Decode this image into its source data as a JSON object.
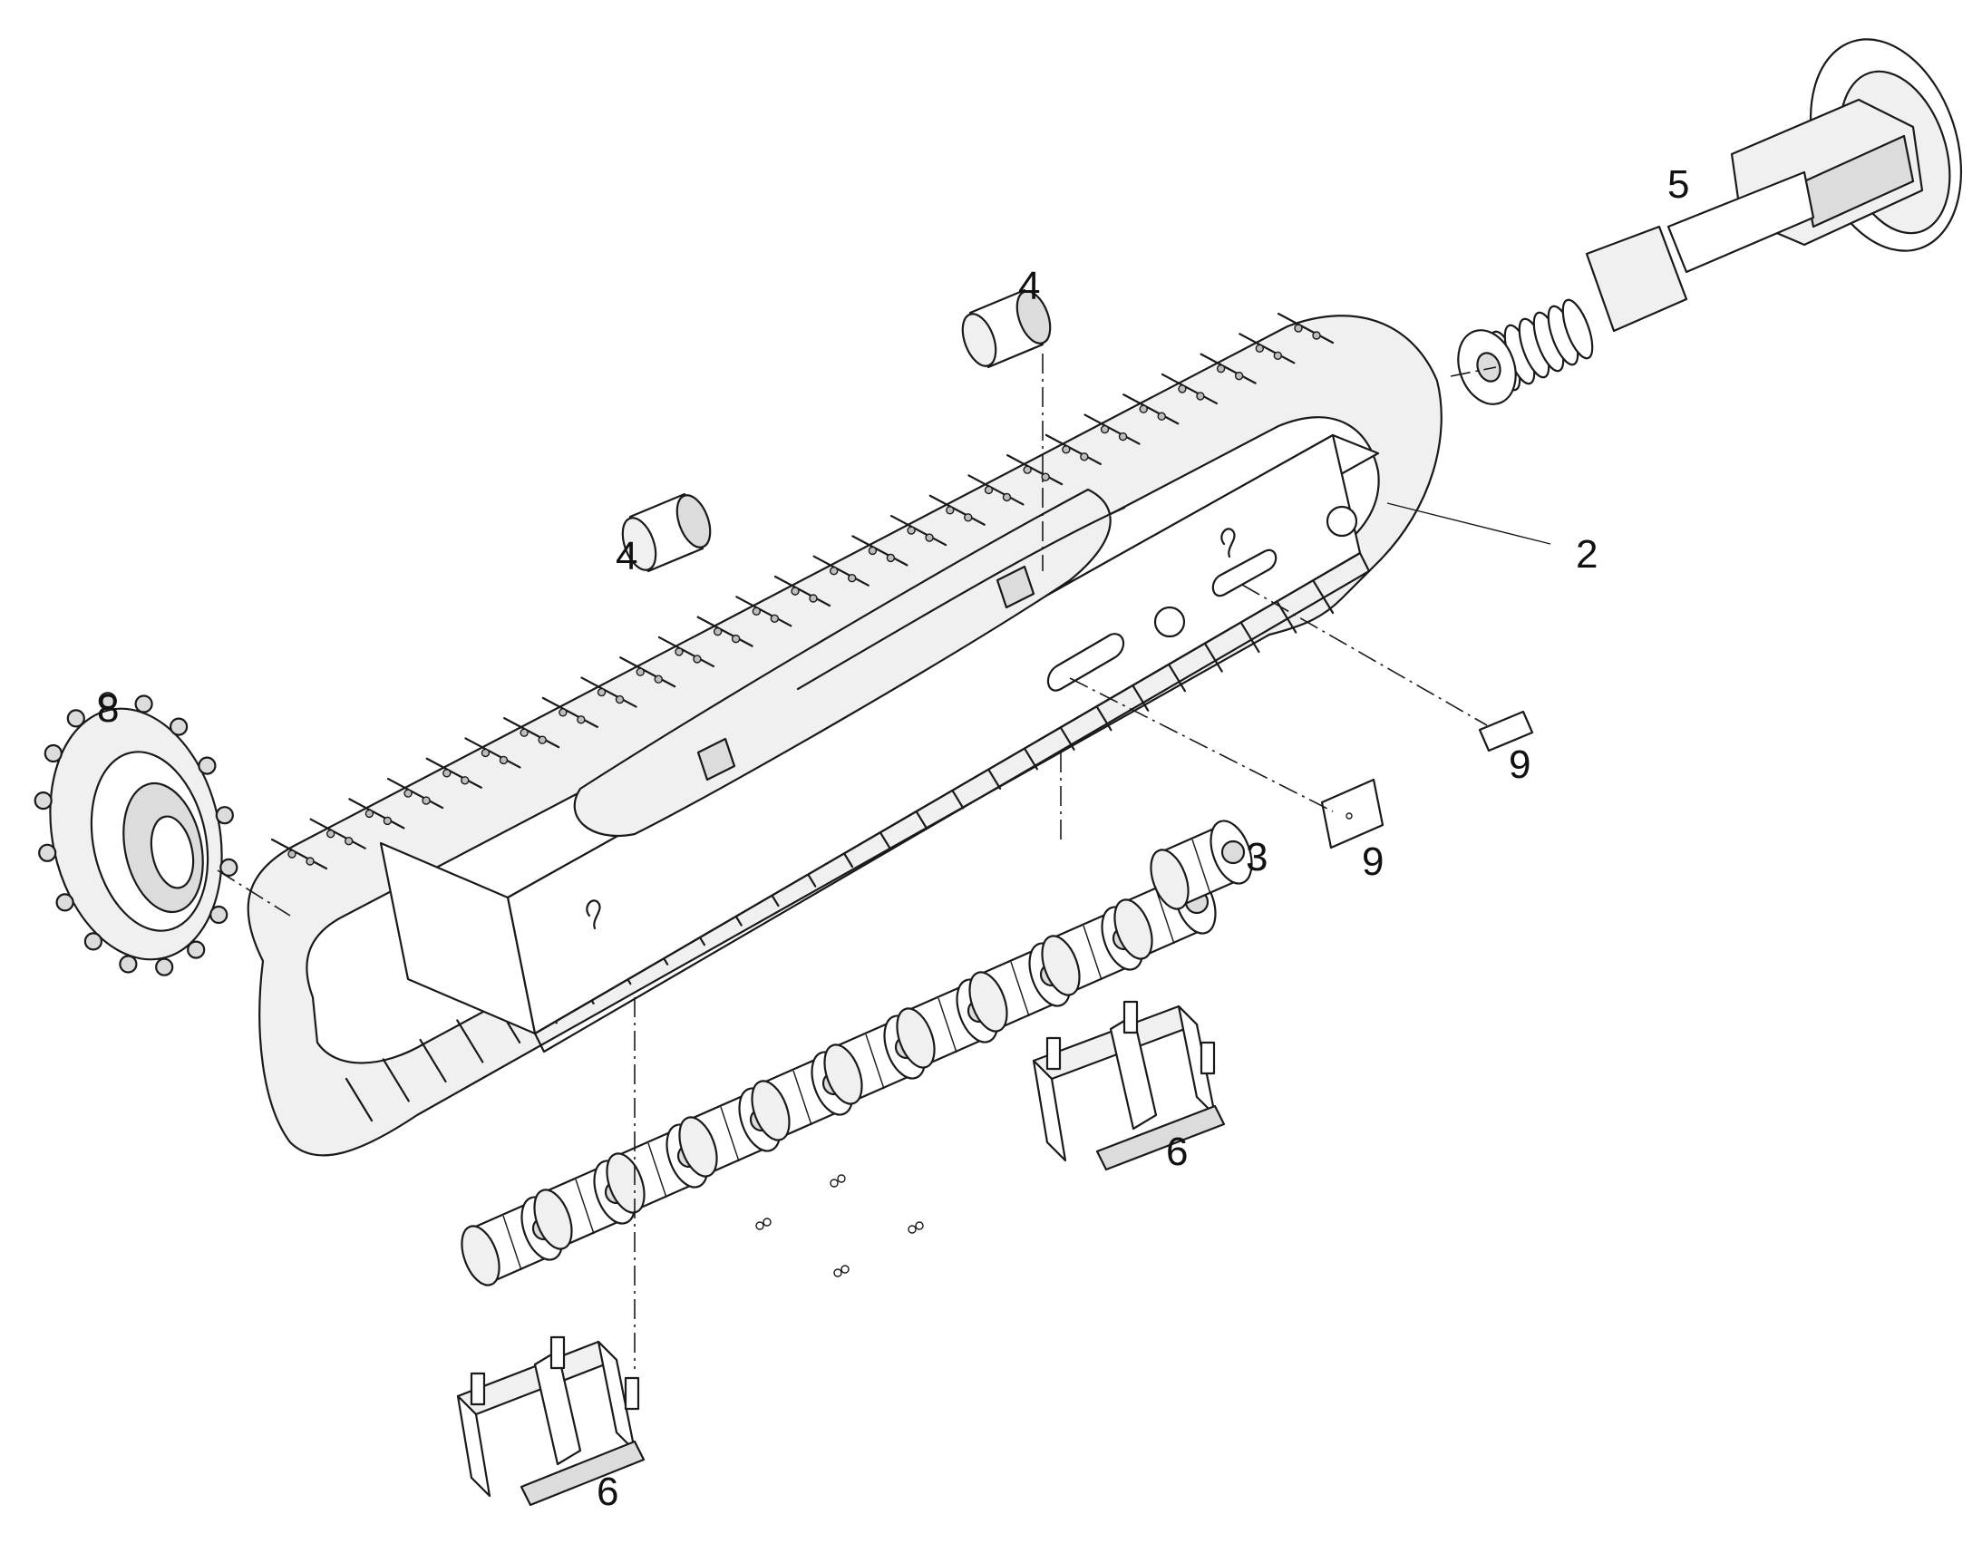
{
  "callouts": {
    "frame": "2",
    "bottom_rollers": "3",
    "top_roller_front": "4",
    "top_roller_rear": "4",
    "idler_assembly": "5",
    "guard_front": "6",
    "guard_rear": "6",
    "sprocket": "8",
    "plate_front": "9",
    "plate_rear": "9"
  }
}
